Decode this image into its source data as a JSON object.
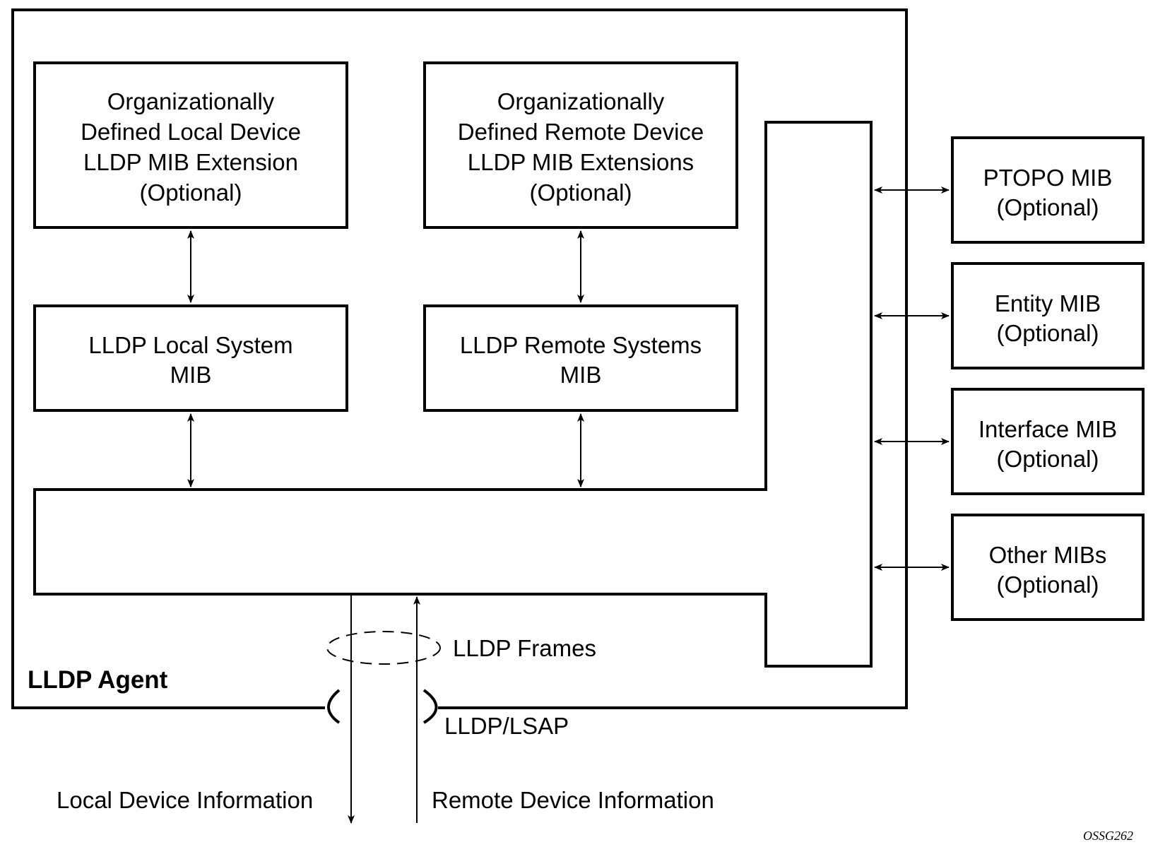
{
  "diagram": {
    "agent_label": "LLDP Agent",
    "boxes": {
      "org_local": [
        "Organizationally",
        "Defined Local Device",
        "LLDP MIB Extension",
        "(Optional)"
      ],
      "org_remote": [
        "Organizationally",
        "Defined Remote Device",
        "LLDP MIB Extensions",
        "(Optional)"
      ],
      "local_system": [
        "LLDP Local System",
        "MIB"
      ],
      "remote_systems": [
        "LLDP Remote Systems",
        "MIB"
      ]
    },
    "external_mibs": [
      {
        "name": "PTOPO MIB",
        "note": "(Optional)"
      },
      {
        "name": "Entity MIB",
        "note": "(Optional)"
      },
      {
        "name": "Interface MIB",
        "note": "(Optional)"
      },
      {
        "name": "Other MIBs",
        "note": "(Optional)"
      }
    ],
    "lldp_frames": "LLDP Frames",
    "lldp_lsap": "LLDP/LSAP",
    "local_info": "Local Device Information",
    "remote_info": "Remote Device Information",
    "figure_id": "OSSG262"
  }
}
